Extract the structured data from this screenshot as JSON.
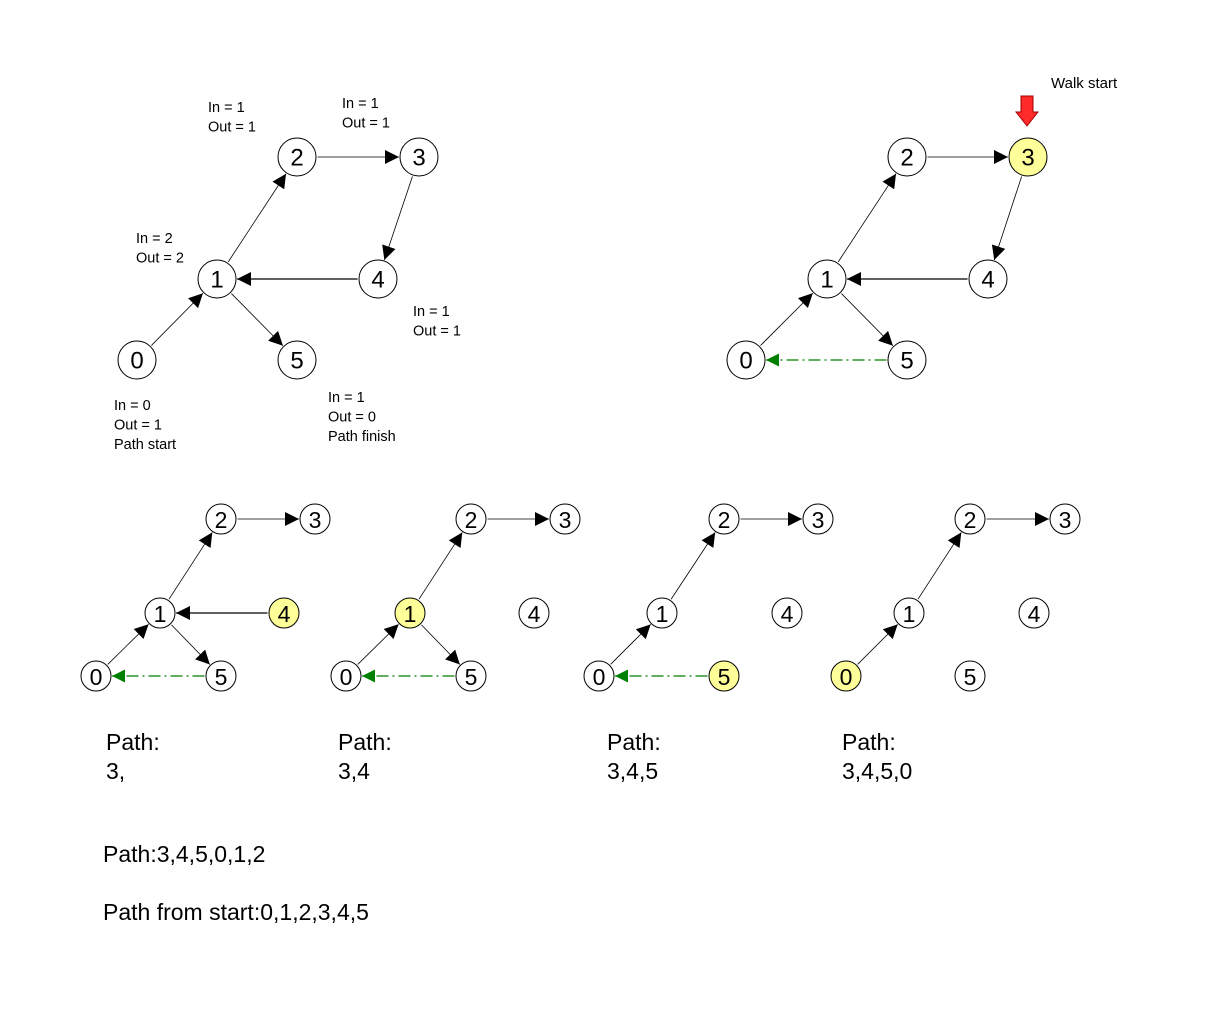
{
  "panels": [
    {
      "id": "p1",
      "nodes": [
        {
          "id": "0",
          "label": "0",
          "hl": false
        },
        {
          "id": "1",
          "label": "1",
          "hl": false
        },
        {
          "id": "2",
          "label": "2",
          "hl": false
        },
        {
          "id": "3",
          "label": "3",
          "hl": false
        },
        {
          "id": "4",
          "label": "4",
          "hl": false
        },
        {
          "id": "5",
          "label": "5",
          "hl": false
        }
      ],
      "edges": [
        {
          "from": "0",
          "to": "1",
          "style": "thin"
        },
        {
          "from": "1",
          "to": "2",
          "style": "thin"
        },
        {
          "from": "2",
          "to": "3",
          "style": "thin"
        },
        {
          "from": "3",
          "to": "4",
          "style": "thin"
        },
        {
          "from": "4",
          "to": "1",
          "style": "thick"
        },
        {
          "from": "1",
          "to": "5",
          "style": "thin"
        }
      ],
      "annotations": [
        {
          "node": "2",
          "lines": [
            "In = 1",
            "Out = 1"
          ]
        },
        {
          "node": "3",
          "lines": [
            "In = 1",
            "Out = 1"
          ]
        },
        {
          "node": "1",
          "lines": [
            "In = 2",
            "Out = 2"
          ]
        },
        {
          "node": "4",
          "lines": [
            "In = 1",
            "Out = 1"
          ]
        },
        {
          "node": "0",
          "lines": [
            "In = 0",
            "Out = 1",
            "Path start"
          ]
        },
        {
          "node": "5",
          "lines": [
            "In = 1",
            "Out = 0",
            "Path finish"
          ]
        }
      ]
    },
    {
      "id": "p2",
      "walk_start_label": "Walk start",
      "nodes": [
        {
          "id": "0",
          "label": "0",
          "hl": false
        },
        {
          "id": "1",
          "label": "1",
          "hl": false
        },
        {
          "id": "2",
          "label": "2",
          "hl": false
        },
        {
          "id": "3",
          "label": "3",
          "hl": true
        },
        {
          "id": "4",
          "label": "4",
          "hl": false
        },
        {
          "id": "5",
          "label": "5",
          "hl": false
        }
      ],
      "edges": [
        {
          "from": "0",
          "to": "1",
          "style": "thin"
        },
        {
          "from": "1",
          "to": "2",
          "style": "thin"
        },
        {
          "from": "2",
          "to": "3",
          "style": "thin"
        },
        {
          "from": "3",
          "to": "4",
          "style": "thin"
        },
        {
          "from": "4",
          "to": "1",
          "style": "thick"
        },
        {
          "from": "1",
          "to": "5",
          "style": "thin"
        },
        {
          "from": "5",
          "to": "0",
          "style": "dashed"
        }
      ]
    },
    {
      "id": "s1",
      "path_title": "Path:",
      "path_value": "3,",
      "nodes": [
        {
          "id": "0",
          "label": "0",
          "hl": false
        },
        {
          "id": "1",
          "label": "1",
          "hl": false
        },
        {
          "id": "2",
          "label": "2",
          "hl": false
        },
        {
          "id": "3",
          "label": "3",
          "hl": false
        },
        {
          "id": "4",
          "label": "4",
          "hl": true
        },
        {
          "id": "5",
          "label": "5",
          "hl": false
        }
      ],
      "edges": [
        {
          "from": "0",
          "to": "1",
          "style": "thin"
        },
        {
          "from": "1",
          "to": "2",
          "style": "thin"
        },
        {
          "from": "2",
          "to": "3",
          "style": "thin"
        },
        {
          "from": "4",
          "to": "1",
          "style": "thick"
        },
        {
          "from": "1",
          "to": "5",
          "style": "thin"
        },
        {
          "from": "5",
          "to": "0",
          "style": "dashed"
        }
      ]
    },
    {
      "id": "s2",
      "path_title": "Path:",
      "path_value": "3,4",
      "nodes": [
        {
          "id": "0",
          "label": "0",
          "hl": false
        },
        {
          "id": "1",
          "label": "1",
          "hl": true
        },
        {
          "id": "2",
          "label": "2",
          "hl": false
        },
        {
          "id": "3",
          "label": "3",
          "hl": false
        },
        {
          "id": "4",
          "label": "4",
          "hl": false
        },
        {
          "id": "5",
          "label": "5",
          "hl": false
        }
      ],
      "edges": [
        {
          "from": "0",
          "to": "1",
          "style": "thin"
        },
        {
          "from": "1",
          "to": "2",
          "style": "thin"
        },
        {
          "from": "2",
          "to": "3",
          "style": "thin"
        },
        {
          "from": "1",
          "to": "5",
          "style": "thin"
        },
        {
          "from": "5",
          "to": "0",
          "style": "dashed"
        }
      ]
    },
    {
      "id": "s3",
      "path_title": "Path:",
      "path_value": "3,4,5",
      "nodes": [
        {
          "id": "0",
          "label": "0",
          "hl": false
        },
        {
          "id": "1",
          "label": "1",
          "hl": false
        },
        {
          "id": "2",
          "label": "2",
          "hl": false
        },
        {
          "id": "3",
          "label": "3",
          "hl": false
        },
        {
          "id": "4",
          "label": "4",
          "hl": false
        },
        {
          "id": "5",
          "label": "5",
          "hl": true
        }
      ],
      "edges": [
        {
          "from": "0",
          "to": "1",
          "style": "thin"
        },
        {
          "from": "1",
          "to": "2",
          "style": "thin"
        },
        {
          "from": "2",
          "to": "3",
          "style": "thin"
        },
        {
          "from": "5",
          "to": "0",
          "style": "dashed"
        }
      ]
    },
    {
      "id": "s4",
      "path_title": "Path:",
      "path_value": "3,4,5,0",
      "nodes": [
        {
          "id": "0",
          "label": "0",
          "hl": true
        },
        {
          "id": "1",
          "label": "1",
          "hl": false
        },
        {
          "id": "2",
          "label": "2",
          "hl": false
        },
        {
          "id": "3",
          "label": "3",
          "hl": false
        },
        {
          "id": "4",
          "label": "4",
          "hl": false
        },
        {
          "id": "5",
          "label": "5",
          "hl": false
        }
      ],
      "edges": [
        {
          "from": "0",
          "to": "1",
          "style": "thin"
        },
        {
          "from": "1",
          "to": "2",
          "style": "thin"
        },
        {
          "from": "2",
          "to": "3",
          "style": "thin"
        }
      ]
    }
  ],
  "summary": {
    "path": "Path:3,4,5,0,1,2",
    "path_from_start": "Path from start:0,1,2,3,4,5"
  },
  "colors": {
    "highlight": "#ffff99",
    "dashed_edge": "#008000",
    "walk_arrow": "#ff0000"
  }
}
